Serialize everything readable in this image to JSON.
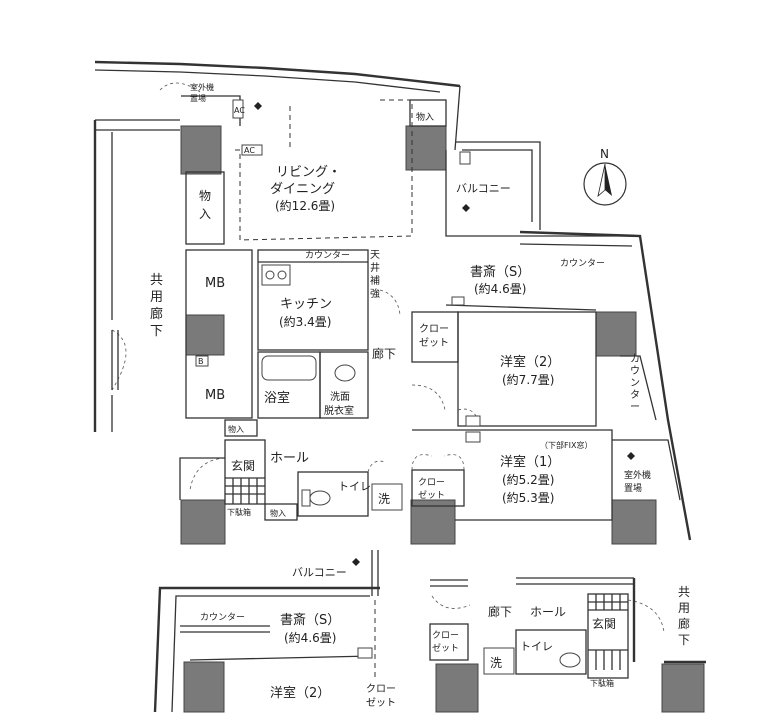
{
  "rooms": {
    "living_name": "リビング・",
    "living_name2": "ダイニング",
    "living_area": "(約12.6畳)",
    "study_name": "書斎（S）",
    "study_area": "(約4.6畳)",
    "kitchen_name": "キッチン",
    "kitchen_area": "(約3.4畳)",
    "western2_name": "洋室（2）",
    "western2_area": "(約7.7畳)",
    "western1_name": "洋室（1）",
    "western1_area_a": "(約5.2畳)",
    "western1_area_b": "(約5.3畳)",
    "bath": "浴室",
    "washroom_1": "洗面",
    "washroom_2": "脱衣室",
    "hall": "ホール",
    "entrance": "玄関",
    "toilet": "トイレ",
    "corridor": "廊下",
    "common_corridor": [
      "共",
      "用",
      "廊",
      "下"
    ]
  },
  "labels": {
    "balcony": "バルコニー",
    "counter": "カウンター",
    "counter_vertical": [
      "カ",
      "ウ",
      "ン",
      "タ",
      "ー"
    ],
    "storage": "物入",
    "storage_v": [
      "物",
      "入"
    ],
    "outdoor_unit_1": "室外機",
    "outdoor_unit_2": "置場",
    "mb": "MB",
    "ac": "AC",
    "ceiling": [
      "天",
      "井",
      "補",
      "強"
    ],
    "closet_1": "クロー",
    "closet_2": "ゼット",
    "lower_fix_window": "（下部FIX窓）",
    "shoe_box": "下駄箱",
    "wash": "洗",
    "b_mark": "B"
  },
  "variant_bottom_left": {
    "balcony": "バルコニー",
    "counter": "カウンター",
    "study_name": "書斎（S）",
    "study_area": "(約4.6畳)",
    "western2_name": "洋室（2）",
    "closet_1": "クロー",
    "closet_2": "ゼット"
  },
  "variant_bottom_right": {
    "corridor": "廊下",
    "hall": "ホール",
    "entrance": "玄関",
    "toilet": "トイレ",
    "wash": "洗",
    "shoe_box": "下駄箱",
    "closet_1": "クロー",
    "closet_2": "ゼット",
    "common_corridor": [
      "共",
      "用",
      "廊",
      "下"
    ]
  },
  "compass": {
    "label": "N",
    "icon": "north-arrow-icon"
  }
}
